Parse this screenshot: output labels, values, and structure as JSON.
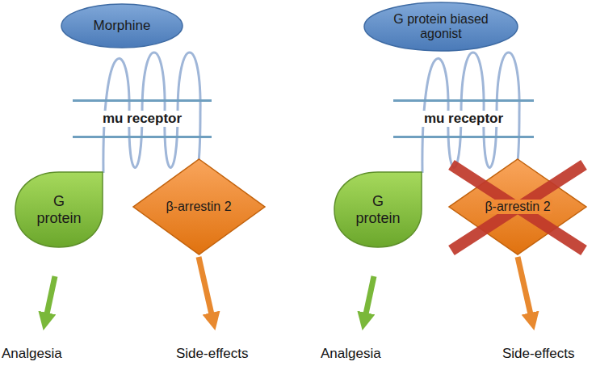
{
  "diagram": {
    "nodes": [
      {
        "text": [
          "Morphine"
        ]
      },
      {
        "text": [
          "mu receptor"
        ]
      },
      {
        "text": [
          "G protein"
        ]
      },
      {
        "text": [
          "β-arrestin 2"
        ]
      },
      {
        "text": [
          "G protein biased agonist"
        ]
      },
      {
        "text": [
          "mu receptor"
        ]
      },
      {
        "text": [
          "G protein"
        ]
      },
      {
        "text": [
          "β-arrestin 2"
        ]
      }
    ],
    "labels": [
      "Analgesia",
      "Side-effects",
      "Analgesia",
      "Side-effects"
    ]
  }
}
